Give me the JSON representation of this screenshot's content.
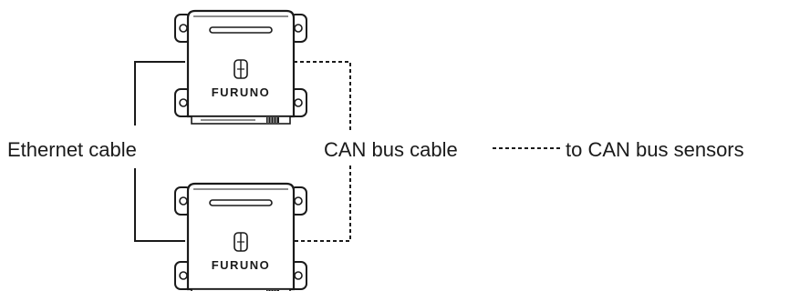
{
  "labels": {
    "ethernet": "Ethernet cable",
    "can_bus": "CAN bus cable",
    "sensors": "to CAN bus sensors"
  },
  "units": [
    {
      "brand": "FURUNO"
    },
    {
      "brand": "FURUNO"
    }
  ],
  "colors": {
    "line": "#1a1a1a",
    "background": "#ffffff"
  }
}
